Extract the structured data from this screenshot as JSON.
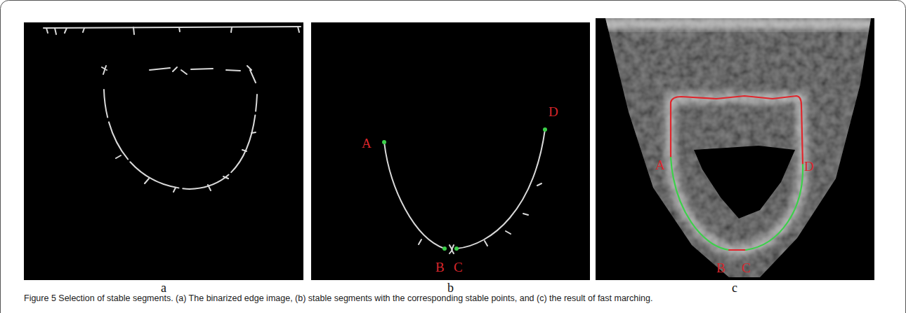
{
  "diagram": {
    "caption": "Figure 5 Selection of stable segments. (a) The binarized edge image, (b) stable segments with the corresponding stable points, and (c) the result of fast marching.",
    "labels": [
      "A",
      "B",
      "C",
      "D",
      "A",
      "B",
      "C",
      "D",
      "a",
      "b",
      "c"
    ]
  }
}
